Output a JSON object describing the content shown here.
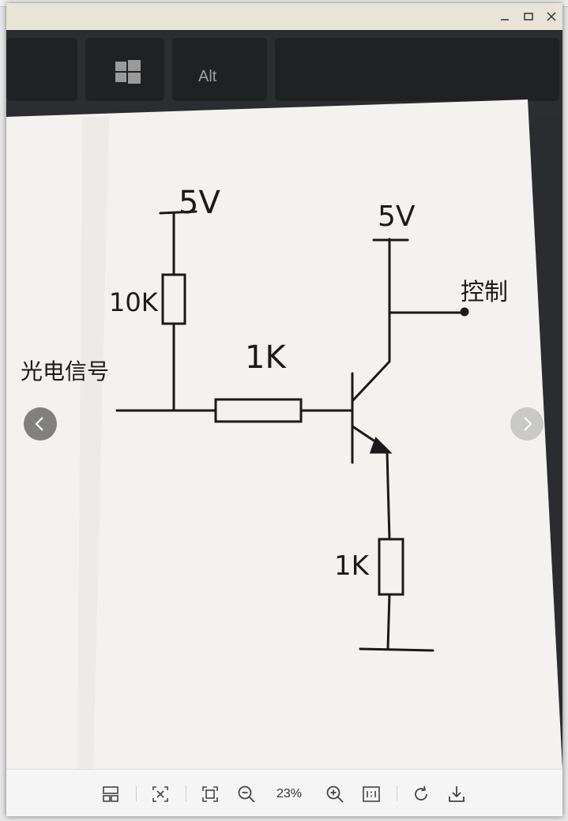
{
  "viewer": {
    "window_controls": [
      "minimize",
      "maximize",
      "close"
    ],
    "photo": {
      "keyboard_keys": {
        "alt_key": "Alt"
      },
      "labels": {
        "supply_left": "5V",
        "supply_right": "5V",
        "resistor_top": "10K",
        "resistor_base": "1K",
        "resistor_emitter": "1K",
        "input_signal": "光电信号",
        "output_control": "控制"
      }
    },
    "toolbar": {
      "zoom_level": "23%",
      "buttons": [
        "layout-icon",
        "close-preview-icon",
        "fit-window-icon",
        "zoom-out-icon",
        "zoom-in-icon",
        "actual-size-icon",
        "rotate-icon",
        "download-icon"
      ]
    },
    "colors": {
      "titlebar": "#e8e4d6",
      "toolbar": "#f5f5f5",
      "ink": "#1a1a1a"
    }
  }
}
